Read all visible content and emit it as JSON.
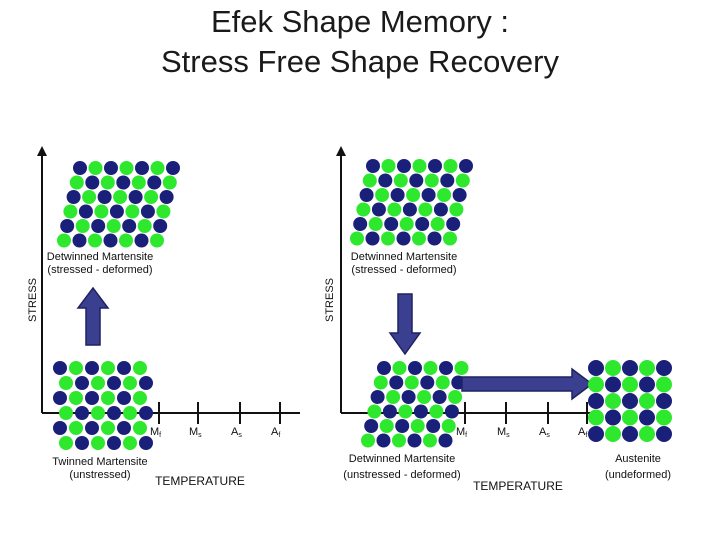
{
  "slide": {
    "title_line1": "Efek Shape Memory :",
    "title_line2": "Stress Free Shape Recovery"
  },
  "colors": {
    "atom_dark": "#1a1f7a",
    "atom_light": "#2ee82e",
    "arrow_fill": "#3a3f8f",
    "arrow_stroke": "#1f2260",
    "axis": "#111111"
  },
  "left_panel": {
    "y_axis_label": "STRESS",
    "x_axis_label": "TEMPERATURE",
    "top_structure_label_line1": "Detwinned Martensite",
    "top_structure_label_line2": "(stressed - deformed)",
    "bottom_structure_label_line1": "Twinned Martensite",
    "bottom_structure_label_line2": "(unstressed)",
    "ticks": [
      {
        "main": "M",
        "sub": "f"
      },
      {
        "main": "M",
        "sub": "s"
      },
      {
        "main": "A",
        "sub": "s"
      },
      {
        "main": "A",
        "sub": "f"
      }
    ]
  },
  "right_panel": {
    "y_axis_label": "STRESS",
    "x_axis_label": "TEMPERATURE",
    "top_structure_label_line1": "Detwinned Martensite",
    "top_structure_label_line2": "(stressed - deformed)",
    "bottom_structure_label_line1": "Detwinned Martensite",
    "bottom_structure_label_line2": "(unstressed - deformed)",
    "austenite_label_line1": "Austenite",
    "austenite_label_line2": "(undeformed)",
    "ticks": [
      {
        "main": "M",
        "sub": "f"
      },
      {
        "main": "M",
        "sub": "s"
      },
      {
        "main": "A",
        "sub": "s"
      },
      {
        "main": "A",
        "sub": "f"
      }
    ]
  }
}
